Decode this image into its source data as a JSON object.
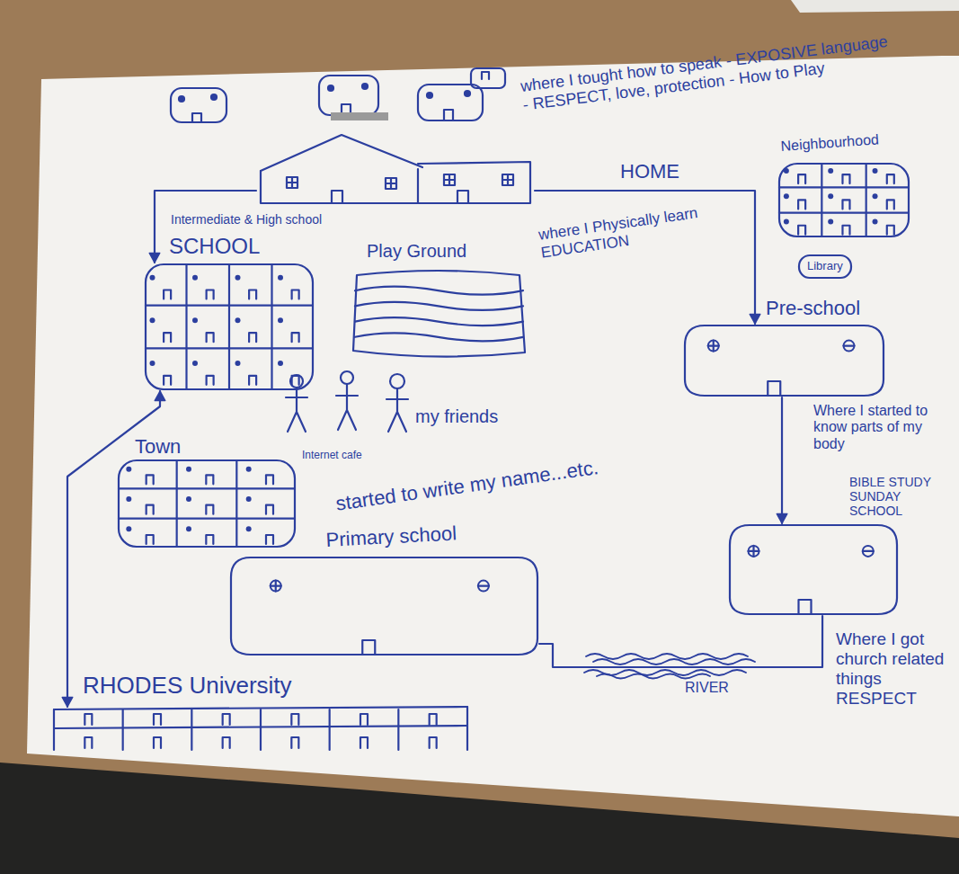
{
  "diagram": {
    "nodes": [
      {
        "text": [
          "HOME",
          "where I tought how to speak - EXPOSIVE language - RESPECT, love, protection - How to Play"
        ]
      },
      {
        "text": [
          "Neighbourhood"
        ]
      },
      {
        "text": [
          "Library"
        ]
      },
      {
        "text": [
          "Intermediate & High school",
          "SCHOOL"
        ]
      },
      {
        "text": [
          "Play Ground",
          "where I Physically learn EDUCATION"
        ]
      },
      {
        "text": [
          "Pre-school",
          "Where I started to know parts of my body"
        ]
      },
      {
        "text": [
          "Town",
          "Internet cafe"
        ]
      },
      {
        "text": [
          "started to write my name...etc.",
          "Primary school"
        ]
      },
      {
        "text": [
          "BIBLE STUDY SUNDAY SCHOOL",
          "Where I got church related things RESPECT"
        ]
      },
      {
        "text": [
          "RHODES University"
        ]
      }
    ],
    "edges": [
      {
        "from": 0,
        "to": 3,
        "arrow": "to"
      },
      {
        "from": 0,
        "to": 5,
        "arrow": "to"
      },
      {
        "from": 5,
        "to": 8,
        "arrow": "to"
      },
      {
        "from": 8,
        "to": 7,
        "arrow": "none"
      },
      {
        "from": 3,
        "to": 9,
        "arrow": "both"
      }
    ],
    "labels": [
      "my friends",
      "RIVER"
    ]
  }
}
